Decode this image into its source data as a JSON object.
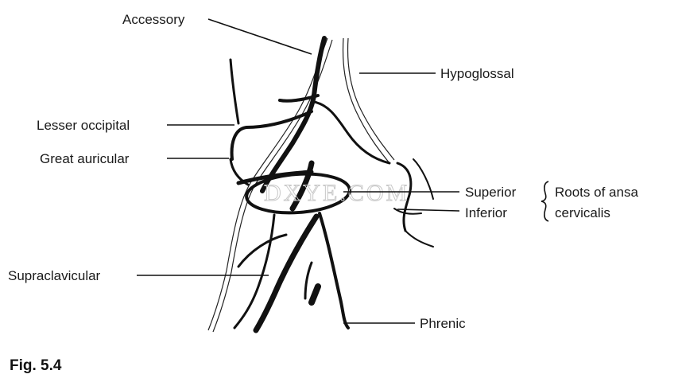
{
  "labels": {
    "accessory": "Accessory",
    "hypoglossal": "Hypoglossal",
    "lesser_occipital": "Lesser occipital",
    "great_auricular": "Great auricular",
    "superior": "Superior",
    "inferior": "Inferior",
    "roots_line1": "Roots of ansa",
    "roots_line2": "cervicalis",
    "supraclavicular": "Supraclavicular",
    "phrenic": "Phrenic"
  },
  "watermark": "DXYE.COM",
  "caption": "Fig. 5.4",
  "colors": {
    "ink": "#111111",
    "background": "#ffffff",
    "watermark": "#c9c9c9"
  }
}
